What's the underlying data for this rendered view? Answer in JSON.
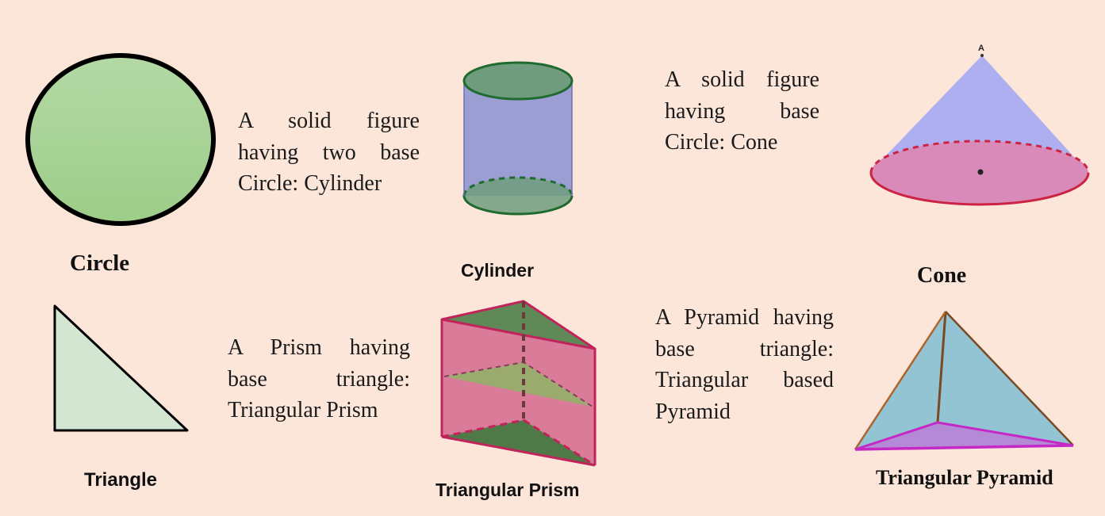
{
  "labels": {
    "circle": "Circle",
    "cylinder": "Cylinder",
    "cone": "Cone",
    "triangle": "Triangle",
    "prism": "Triangular Prism",
    "pyramid": "Triangular Pyramid"
  },
  "descriptions": {
    "cylinder": "A solid figure having two base Circle: Cylinder",
    "cone": "A solid figure having base Circle: Cone",
    "prism": "A Prism having base triangle: Triangular Prism",
    "pyramid": "A Pyramid having base triangle: Triangular based Pyramid"
  },
  "vertex_label": "A",
  "colors": {
    "background": "#fbe5d9",
    "circle_fill": "#a6d397",
    "cylinder_side": "#9a9ed2",
    "cylinder_caps": "#6e9c7c",
    "cone_side": "#aeaff0",
    "cone_base": "#d98ab8",
    "cone_base_edge": "#cc2244",
    "triangle_fill": "#d2e6d2",
    "prism_face": "#d97b99",
    "prism_top": "#5f8a58",
    "pyramid_faces": "#92c4d4",
    "pyramid_base": "#b48ad6",
    "pyramid_base_edge": "#c628c6"
  }
}
